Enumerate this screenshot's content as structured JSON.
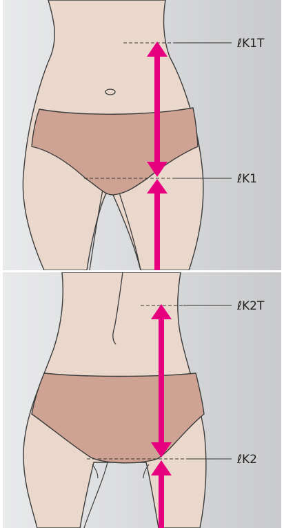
{
  "colors": {
    "background": "#d6d7d9",
    "skin": "#ead8cc",
    "outline": "#3b3b3b",
    "underwear": "#cfa394",
    "arrow": "#e6007e",
    "guide_line": "#333333"
  },
  "labels": {
    "top_upper": "ℓK1T",
    "top_lower": "ℓK1",
    "bottom_upper": "ℓK2T",
    "bottom_lower": "ℓK2"
  }
}
